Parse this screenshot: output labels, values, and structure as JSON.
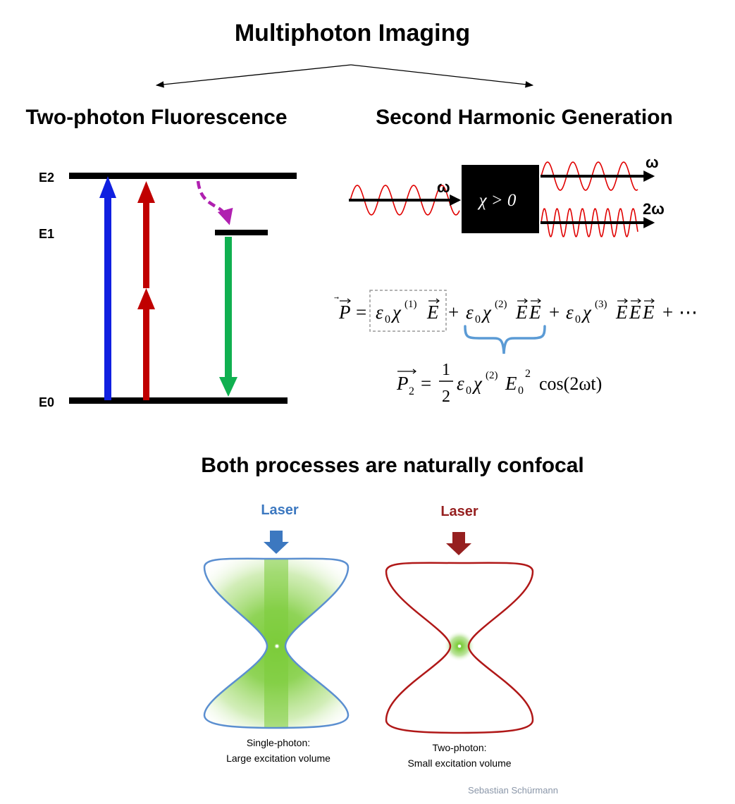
{
  "title": "Multiphoton Imaging",
  "branches": {
    "left": "Two-photon Fluorescence",
    "right": "Second Harmonic Generation"
  },
  "energy_levels": {
    "e2": "E2",
    "e1": "E1",
    "e0": "E0"
  },
  "shg": {
    "input_freq": "ω",
    "out_freq_1": "ω",
    "out_freq_2": "2ω",
    "box_label": "χ > 0"
  },
  "equation": {
    "P": "P",
    "eq": "=",
    "eps": "ε",
    "zero": "0",
    "chi": "χ",
    "sup1": "(1)",
    "sup2": "(2)",
    "sup3": "(3)",
    "E": "E",
    "plus": "+",
    "ellipsis": "⋯",
    "P2": "P",
    "two": "2",
    "one": "1",
    "E0": "E",
    "cos": "cos(2ωt)"
  },
  "subtitle": "Both processes are naturally confocal",
  "confocal": {
    "left": {
      "laser": "Laser",
      "caption_1": "Single-photon:",
      "caption_2": "Large excitation volume",
      "color": "#4a86c8"
    },
    "right": {
      "laser": "Laser",
      "caption_1": "Two-photon:",
      "caption_2": "Small excitation volume",
      "color": "#a31b1b"
    }
  },
  "colors": {
    "blue_arrow": "#1020e0",
    "red_arrow": "#c00000",
    "green_arrow": "#10b050",
    "magenta_arrow": "#b020b0",
    "wave": "#e00000",
    "fluorescence": "#7ccc3a"
  },
  "credit": "Sebastian Schürmann"
}
